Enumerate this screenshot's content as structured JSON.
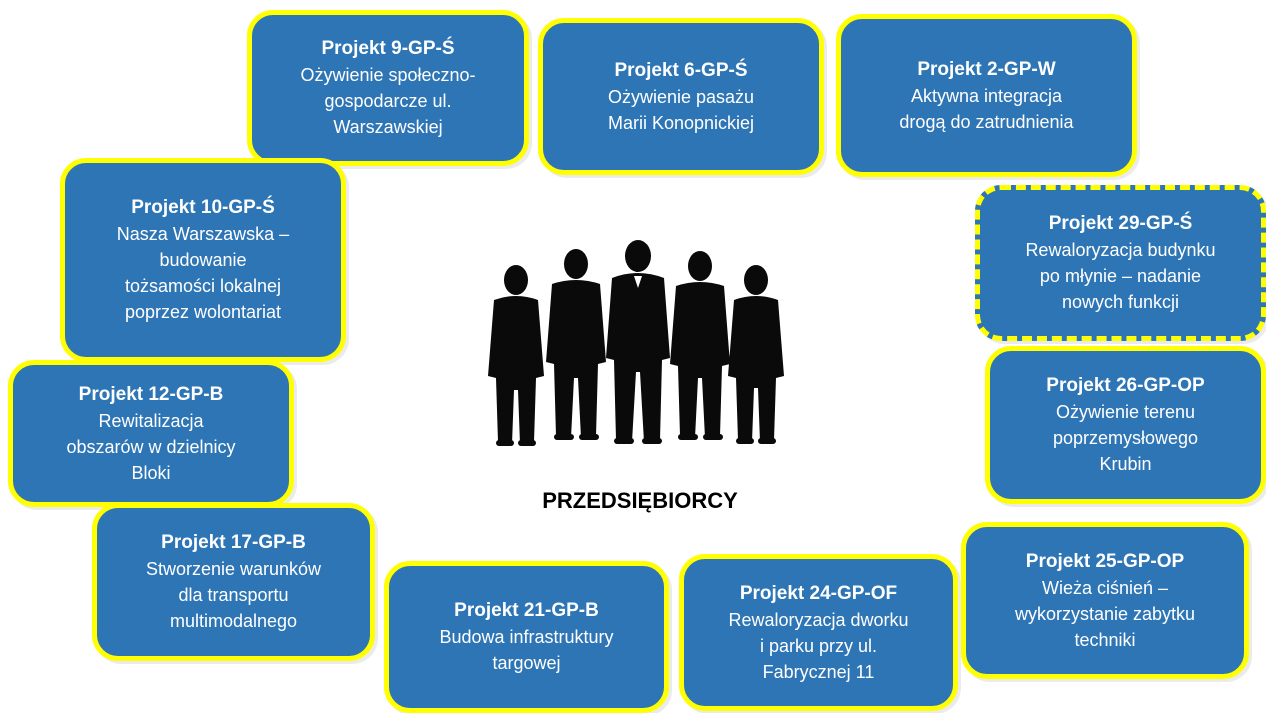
{
  "center": {
    "label": "PRZEDSIĘBIORCY",
    "image": "businessmen-silhouettes"
  },
  "colors": {
    "box_fill": "#2e75b6",
    "box_border": "#ffff00",
    "text": "#ffffff"
  },
  "projects": [
    {
      "id": "9",
      "title": "Projekt 9-GP-Ś",
      "desc": "Ożywienie społeczno-\ngospodarcze ul.\nWarszawskiej"
    },
    {
      "id": "6",
      "title": "Projekt 6-GP-Ś",
      "desc": "Ożywienie pasażu\nMarii Konopnickiej"
    },
    {
      "id": "2",
      "title": "Projekt 2-GP-W",
      "desc": "Aktywna integracja\ndrogą do zatrudnienia"
    },
    {
      "id": "10",
      "title": "Projekt 10-GP-Ś",
      "desc": "Nasza Warszawska –\nbudowanie\ntożsamości lokalnej\npoprzez wolontariat"
    },
    {
      "id": "29",
      "title": "Projekt 29-GP-Ś",
      "desc": "Rewaloryzacja budynku\npo młynie – nadanie\nnowych funkcji"
    },
    {
      "id": "12",
      "title": "Projekt 12-GP-B",
      "desc": "Rewitalizacja\nobszarów w dzielnicy\nBloki"
    },
    {
      "id": "26",
      "title": "Projekt 26-GP-OP",
      "desc": "Ożywienie terenu\npoprzemysłowego\nKrubin"
    },
    {
      "id": "17",
      "title": "Projekt 17-GP-B",
      "desc": "Stworzenie warunków\ndla  transportu\nmultimodalnego"
    },
    {
      "id": "21",
      "title": "Projekt 21-GP-B",
      "desc": "Budowa infrastruktury\ntargowej"
    },
    {
      "id": "24",
      "title": "Projekt 24-GP-OF",
      "desc": "Rewaloryzacja dworku\ni parku przy ul.\nFabrycznej 11"
    },
    {
      "id": "25",
      "title": "Projekt 25-GP-OP",
      "desc": "Wieża ciśnień –\nwykorzystanie zabytku\ntechniki"
    }
  ]
}
